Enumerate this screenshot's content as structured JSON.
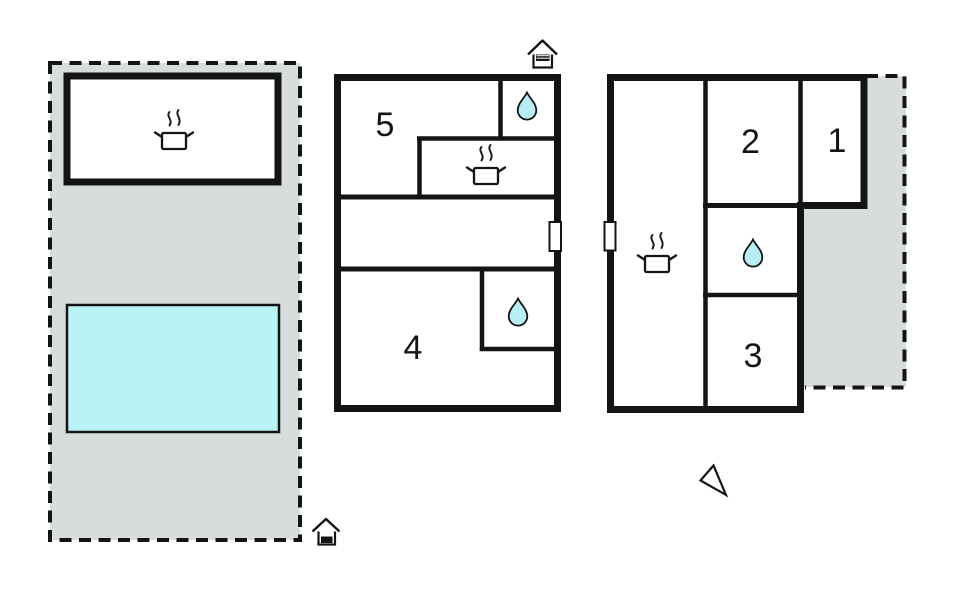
{
  "colors": {
    "wall": "#141414",
    "terrace_fill": "#d7dddc",
    "pool_fill": "#baf3f5",
    "drop_fill": "#b6eef3",
    "room_fill": "#ffffff",
    "background": "#ffffff"
  },
  "rooms": {
    "r1": {
      "label": "1"
    },
    "r2": {
      "label": "2"
    },
    "r3": {
      "label": "3"
    },
    "r4": {
      "label": "4"
    },
    "r5": {
      "label": "5"
    }
  },
  "icons": {
    "cooking_pot": "cooking-pot-icon",
    "water_drop": "water-drop-icon",
    "house_entrance": "house-entrance-icon",
    "north_arrow": "north-arrow-icon",
    "door": "door-marker-icon"
  }
}
